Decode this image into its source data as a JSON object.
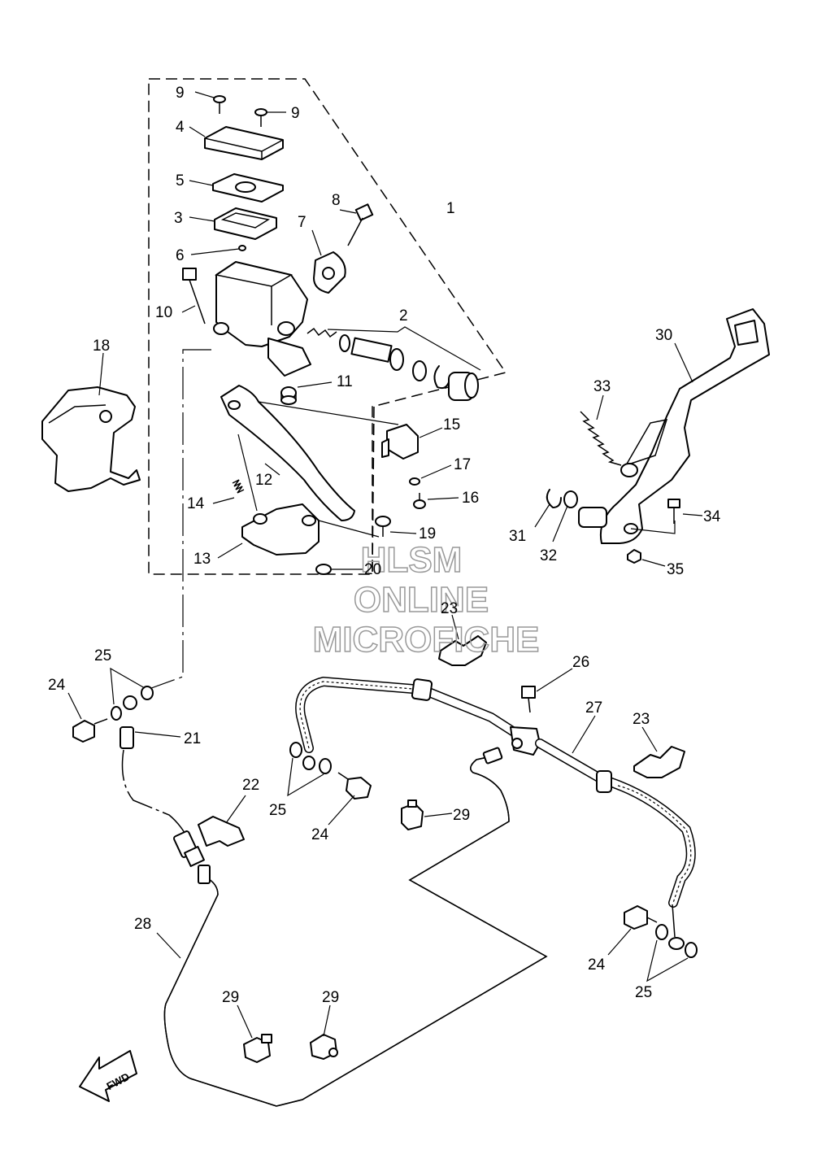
{
  "watermark": {
    "line1": "HLSM",
    "line2": "ONLINE",
    "line3": "MICROFICHE"
  },
  "direction_marker": "FWD",
  "callouts": [
    "1",
    "2",
    "3",
    "4",
    "5",
    "6",
    "7",
    "8",
    "9",
    "9",
    "10",
    "11",
    "12",
    "13",
    "14",
    "15",
    "16",
    "17",
    "18",
    "19",
    "20",
    "21",
    "22",
    "23",
    "23",
    "24",
    "24",
    "24",
    "25",
    "25",
    "25",
    "26",
    "27",
    "28",
    "29",
    "29",
    "29",
    "30",
    "31",
    "32",
    "33",
    "34",
    "35"
  ]
}
